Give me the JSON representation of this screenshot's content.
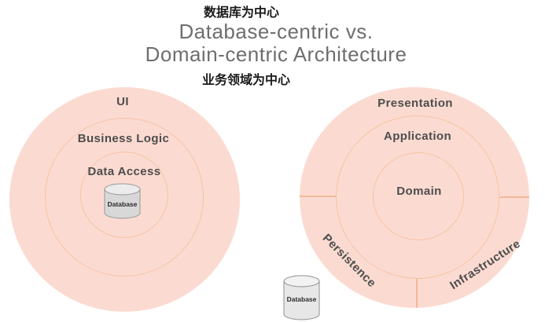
{
  "header": {
    "label_cn_top": "数据库为中心",
    "title_line1": "Database-centric vs.",
    "title_line2": "Domain-centric Architecture",
    "label_cn_bottom": "业务领域为中心"
  },
  "left_diagram": {
    "type": "concentric-circles",
    "name": "database-centric-architecture",
    "rings": [
      {
        "label": "UI"
      },
      {
        "label": "Business Logic"
      },
      {
        "label": "Data Access"
      }
    ],
    "database_label": "Database"
  },
  "right_diagram": {
    "type": "concentric-circles-segmented",
    "name": "domain-centric-architecture",
    "rings": [
      {
        "label": "Presentation"
      },
      {
        "label": "Application"
      },
      {
        "label": "Domain"
      }
    ],
    "segments": [
      {
        "label": "Persistence"
      },
      {
        "label": "Infrastructure"
      }
    ],
    "database_label": "Database"
  },
  "colors": {
    "circle_fill": "#fbdbd1",
    "ring_stroke": "#f6c3a5",
    "segment_divider": "#f2b897",
    "ring_label_text": "#4d4d4d",
    "title_text": "#6e6e6e",
    "cn_label_text": "#1a1a1a",
    "cylinder_fill": "#d8d8d8",
    "cylinder_top_fill": "#ececec",
    "cylinder_stroke": "#979797"
  }
}
